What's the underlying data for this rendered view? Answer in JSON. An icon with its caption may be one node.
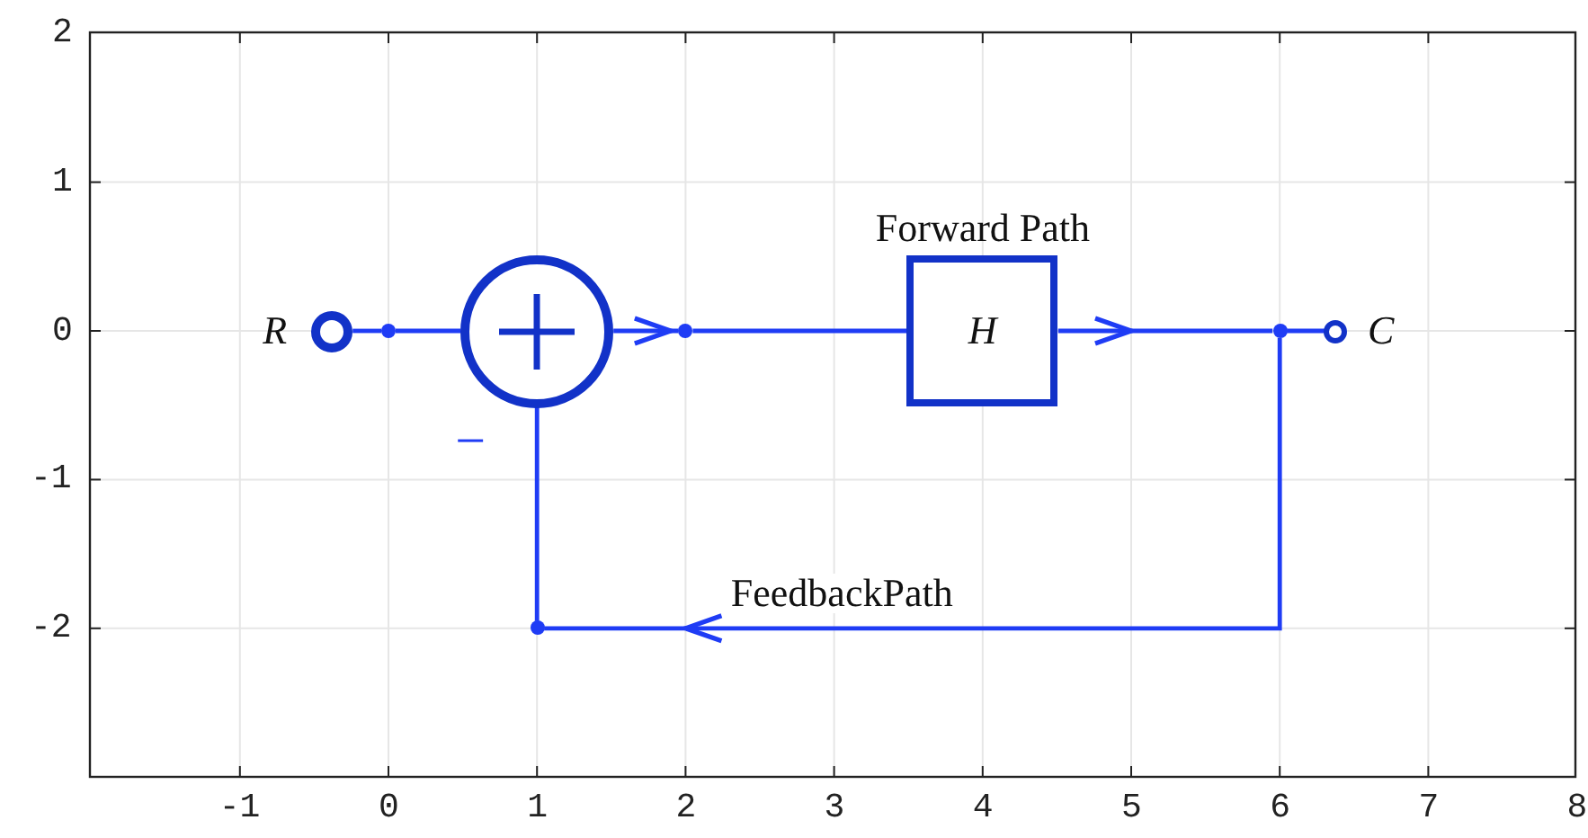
{
  "diagram": {
    "nodes": [
      {
        "text": [],
        "shape": "circle",
        "beside": [
          "R"
        ]
      },
      {
        "text": [],
        "shape": "dot"
      },
      {
        "text": [],
        "shape": "circle",
        "beside": [
          "−"
        ]
      },
      {
        "text": [],
        "shape": "dot"
      },
      {
        "text": [
          "Forward Path",
          "H"
        ]
      },
      {
        "text": [],
        "shape": "dot"
      },
      {
        "text": [],
        "shape": "circle",
        "beside": [
          "C"
        ]
      },
      {
        "text": [],
        "shape": "dot"
      }
    ],
    "edges": [
      {
        "from": 0,
        "to": 1,
        "arrow": "none"
      },
      {
        "from": 1,
        "to": 2,
        "arrow": "none"
      },
      {
        "from": 2,
        "to": 3,
        "arrow": "to"
      },
      {
        "from": 3,
        "to": 4,
        "arrow": "none"
      },
      {
        "from": 4,
        "to": 5,
        "arrow": "to"
      },
      {
        "from": 5,
        "to": 6,
        "arrow": "none"
      },
      {
        "from": 5,
        "to": 7,
        "arrow": "to",
        "label": "FeedbackPath"
      },
      {
        "from": 7,
        "to": 2,
        "arrow": "none"
      }
    ],
    "labels": [
      "2",
      "1",
      "0",
      "-1",
      "-2",
      "-1",
      "0",
      "1",
      "2",
      "3",
      "4",
      "5",
      "6",
      "7",
      "8"
    ]
  }
}
